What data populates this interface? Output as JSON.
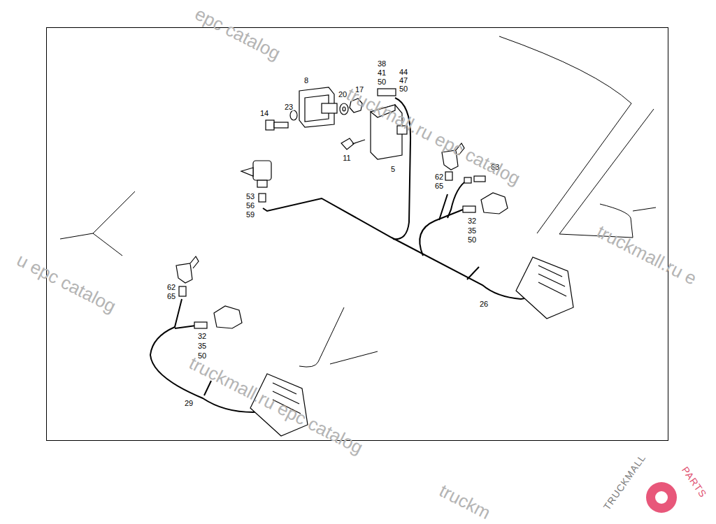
{
  "diagram": {
    "labels": [
      "38",
      "41",
      "50",
      "44",
      "47",
      "50",
      "8",
      "20",
      "17",
      "23",
      "14",
      "11",
      "5",
      "68",
      "62",
      "65",
      "53",
      "56",
      "59",
      "32",
      "35",
      "50",
      "26",
      "62",
      "65",
      "32",
      "35",
      "50",
      "29",
      "epc catalog",
      "truckmall.ru epc catalog",
      "truckmall.ru e",
      "u epc catalog",
      "truckmall.ru epc catalog",
      "truckm",
      "TRUCKMALL",
      "PARTS"
    ]
  }
}
